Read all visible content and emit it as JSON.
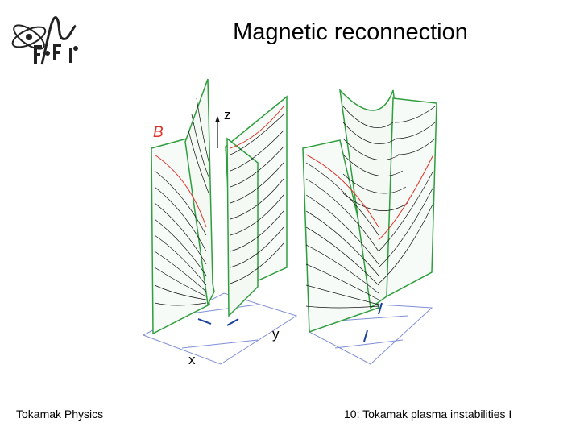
{
  "slide": {
    "title": "Magnetic reconnection",
    "footer_left": "Tokamak Physics",
    "footer_right": "10: Tokamak plasma instabilities I"
  },
  "figure": {
    "labels": {
      "field": "B",
      "z_axis": "z",
      "y_axis": "y",
      "x_axis": "x"
    },
    "colors": {
      "plane_edge": "#2e9e3e",
      "field_line": "#111111",
      "separatrix": "#e0302a",
      "floor_grid": "#7f8fd6",
      "arrow": "#1a3f9e"
    }
  }
}
